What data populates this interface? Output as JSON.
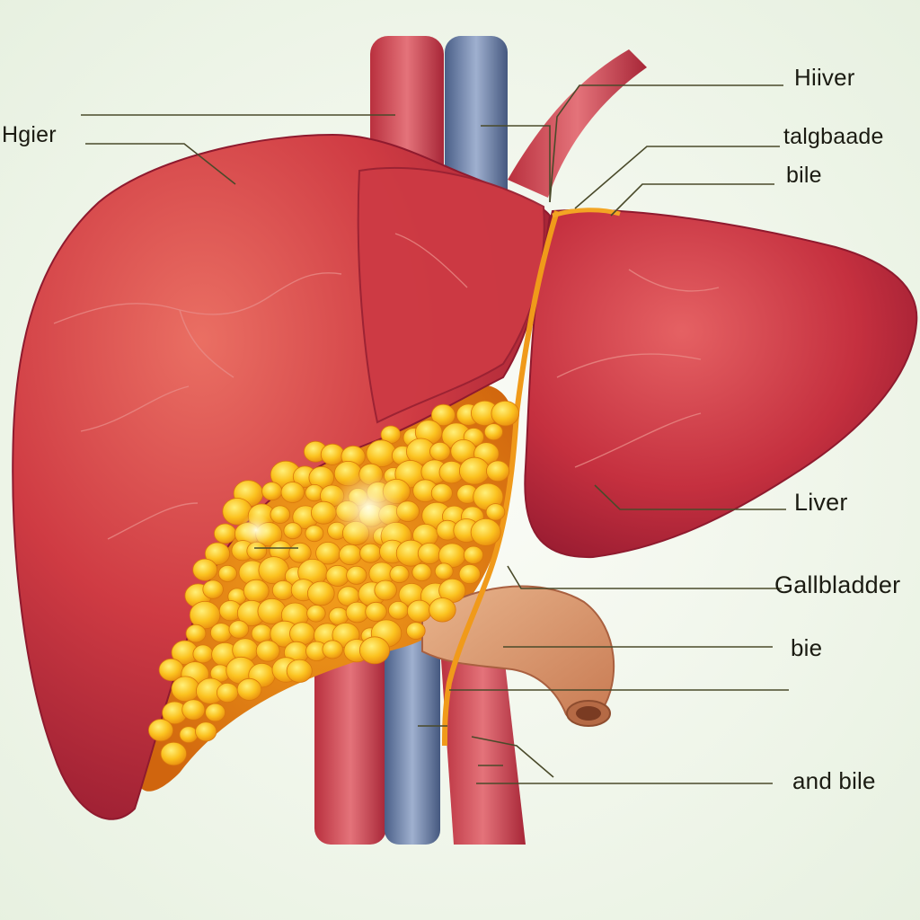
{
  "labels": {
    "higier": "Hgier",
    "hiiver": "Hiiver",
    "talgbaade": "talgbaade",
    "bile_top": "bile",
    "liver": "Liver",
    "gallbladder": "Gallbladder",
    "bie": "bie",
    "and_bile": "and bile"
  },
  "colors": {
    "background": "#f1f6ec",
    "liver": "#c8323c",
    "fat_globules": "#f6b81c",
    "bile_duct": "#e58a14",
    "gallbladder": "#d9966a",
    "vein": "#5a6f96",
    "leader_line": "#4a4a2a"
  }
}
